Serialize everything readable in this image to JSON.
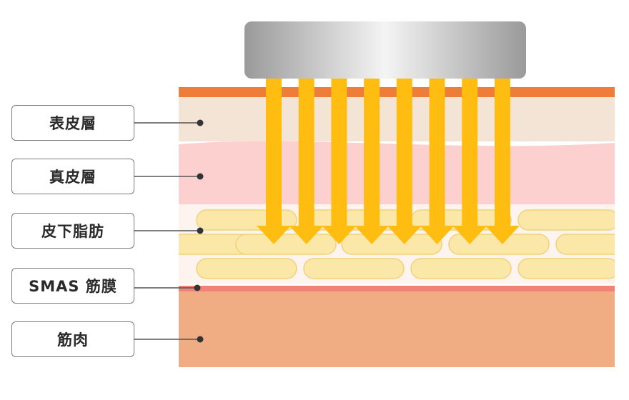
{
  "layers": [
    {
      "id": "epidermis",
      "label": "表皮層"
    },
    {
      "id": "dermis",
      "label": "真皮層"
    },
    {
      "id": "subcutaneous",
      "label": "皮下脂肪"
    },
    {
      "id": "smas",
      "label": "SMAS 筋膜"
    },
    {
      "id": "muscle",
      "label": "筋肉"
    }
  ],
  "colors": {
    "surface": "#ef7d3a",
    "epidermis": "#f3e4d6",
    "dermis": "#fcd0cf",
    "fat_background": "#fdf3ef",
    "fat_cell": "#fbe8a9",
    "fat_cell_border": "#f1d27a",
    "smas": "#f08276",
    "muscle": "#f0ac83",
    "beam": "#ffbd12",
    "connector": "#555555"
  },
  "device": {
    "icon": "ultrasound-device-head-icon"
  },
  "beams": {
    "count": 8,
    "icon": "arrow-down-icon"
  }
}
